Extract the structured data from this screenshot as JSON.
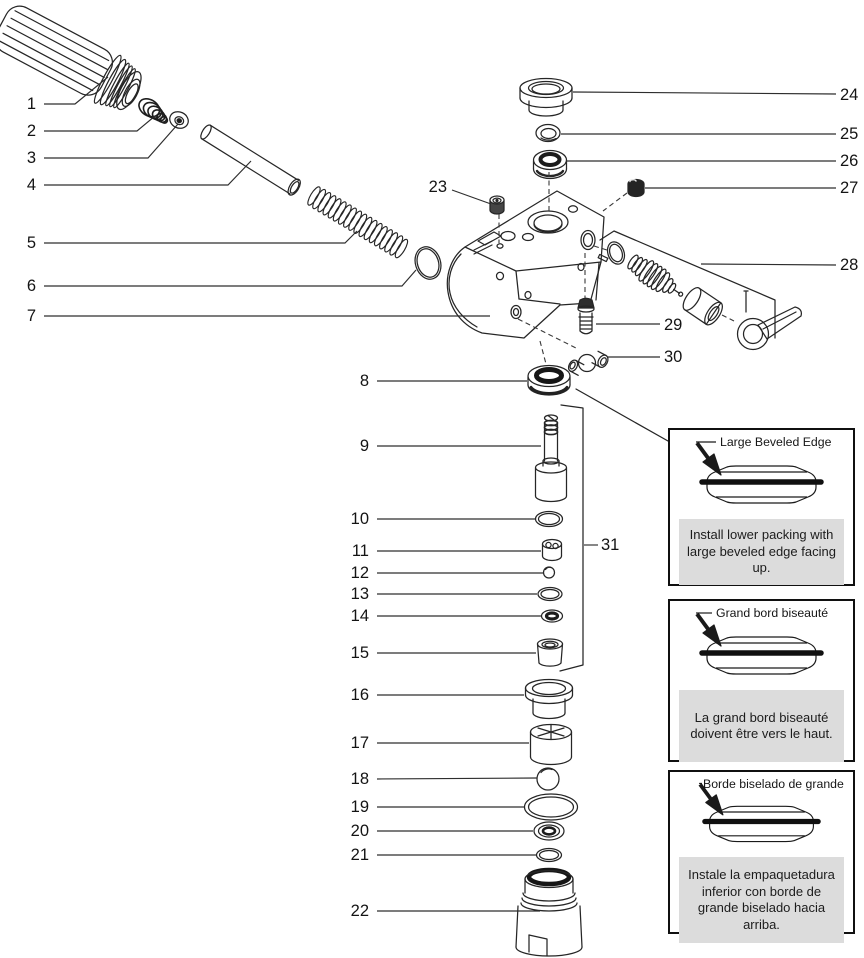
{
  "diagram": {
    "parts": [
      {
        "num": "1"
      },
      {
        "num": "2"
      },
      {
        "num": "3"
      },
      {
        "num": "4"
      },
      {
        "num": "5"
      },
      {
        "num": "6"
      },
      {
        "num": "7"
      },
      {
        "num": "8"
      },
      {
        "num": "9"
      },
      {
        "num": "10"
      },
      {
        "num": "11"
      },
      {
        "num": "12"
      },
      {
        "num": "13"
      },
      {
        "num": "14"
      },
      {
        "num": "15"
      },
      {
        "num": "16"
      },
      {
        "num": "17"
      },
      {
        "num": "18"
      },
      {
        "num": "19"
      },
      {
        "num": "20"
      },
      {
        "num": "21"
      },
      {
        "num": "22"
      },
      {
        "num": "23"
      },
      {
        "num": "24"
      },
      {
        "num": "25"
      },
      {
        "num": "26"
      },
      {
        "num": "27"
      },
      {
        "num": "28"
      },
      {
        "num": "29"
      },
      {
        "num": "30"
      },
      {
        "num": "31"
      }
    ]
  },
  "callouts": [
    {
      "title": "Large Beveled Edge",
      "body": "Install lower packing with large beveled edge facing up."
    },
    {
      "title": "Grand bord biseauté",
      "body": "La grand bord biseauté doivent être vers le haut."
    },
    {
      "title": "Borde biselado de grande",
      "body": "Instale la empaquetadura inferior con borde de grande biselado hacia arriba."
    }
  ],
  "colors": {
    "background": "#ffffff",
    "line": "#2a2a2a",
    "leader": "#2e2e2e",
    "number": "#141414",
    "callout_border": "#101010",
    "panel": "#dcdcdc",
    "band": "#101010"
  }
}
